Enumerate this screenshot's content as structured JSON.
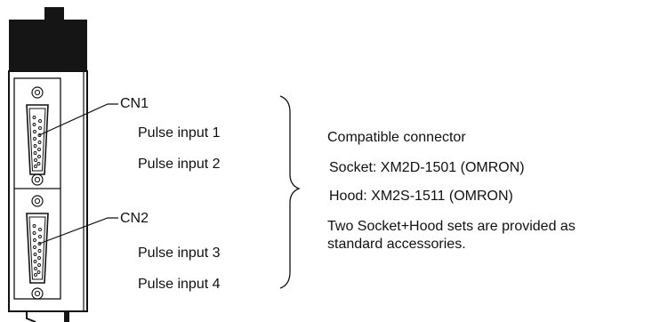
{
  "connectors": {
    "cn1": {
      "name": "CN1",
      "inputs": [
        "Pulse input 1",
        "Pulse input 2"
      ]
    },
    "cn2": {
      "name": "CN2",
      "inputs": [
        "Pulse input 3",
        "Pulse input 4"
      ]
    }
  },
  "compatible": {
    "heading": "Compatible connector",
    "socket": "Socket: XM2D-1501 (OMRON)",
    "hood": "Hood: XM2S-1511 (OMRON)",
    "note_line1": "Two Socket+Hood sets are provided as",
    "note_line2": "standard accessories."
  },
  "colors": {
    "ink": "#111111",
    "module_top": "#151515",
    "background": "#ffffff"
  }
}
